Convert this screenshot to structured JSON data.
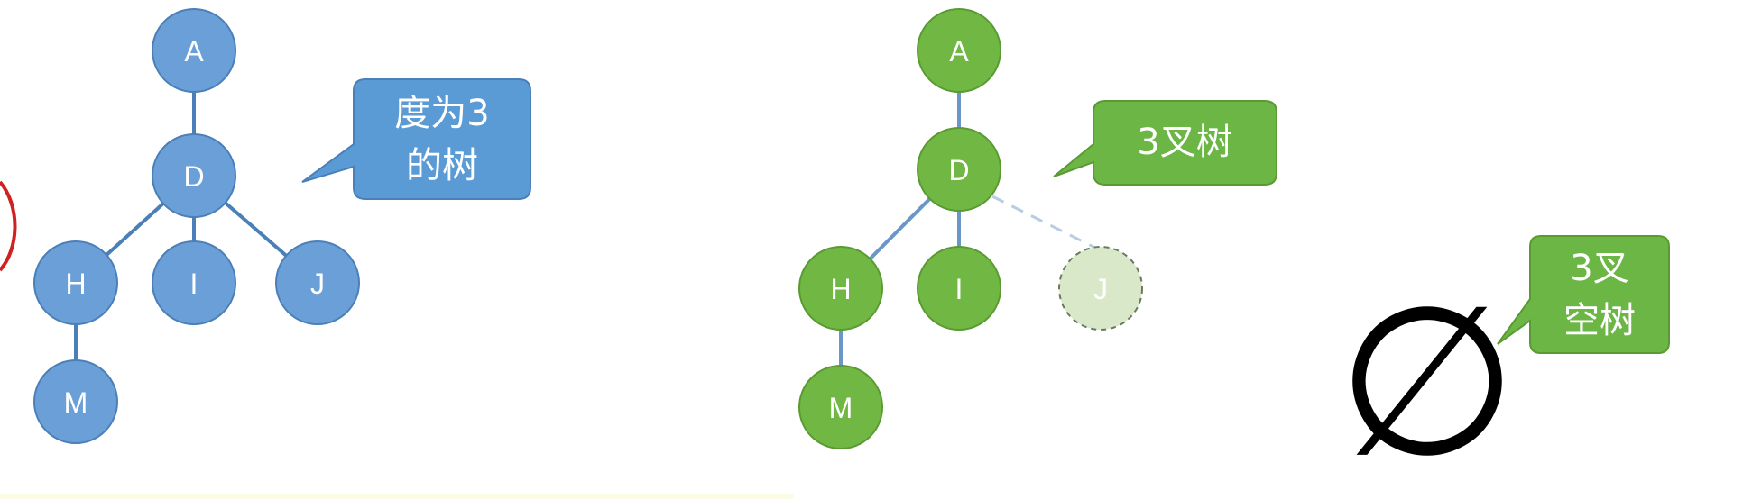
{
  "colors": {
    "blue_fill": "#6a9fd8",
    "blue_stroke": "#4a7fb8",
    "blue_callout": "#5b9bd5",
    "green_fill": "#70b843",
    "green_stroke": "#5a9a33",
    "green_callout": "#6cb646",
    "green_edge": "#6b96c8",
    "ghost_fill": "#d8e8c8",
    "ghost_stroke": "#6a7a60",
    "ghost_edge": "#b8cde4",
    "highlight_strip": "#fbfbe6",
    "red_arc": "#d02020"
  },
  "tree_blue": {
    "nodes": {
      "a": "A",
      "d": "D",
      "h": "H",
      "i": "I",
      "j": "J",
      "m": "M"
    },
    "callout": {
      "line1": "度为3",
      "line2": "的树"
    }
  },
  "tree_green": {
    "nodes": {
      "a": "A",
      "d": "D",
      "h": "H",
      "i": "I",
      "j": "J",
      "m": "M"
    },
    "callout": {
      "text": "3叉树"
    }
  },
  "empty_tree": {
    "symbol": "∅",
    "callout": {
      "line1": "3叉",
      "line2": "空树"
    }
  }
}
